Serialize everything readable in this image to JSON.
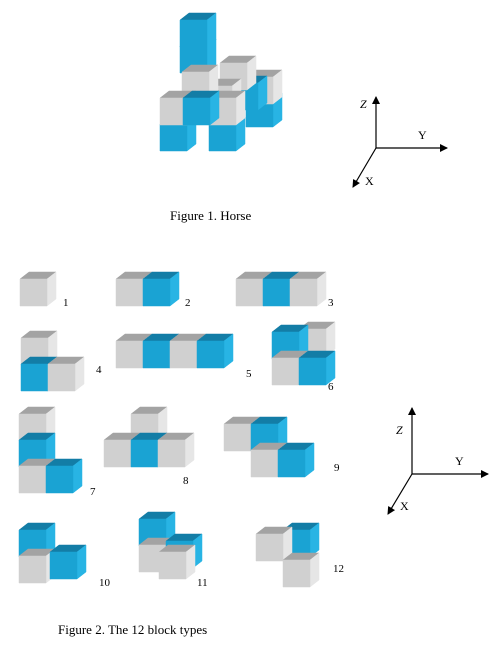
{
  "colors": {
    "gray_front": "#d0d0d0",
    "gray_top": "#a3a3a3",
    "gray_side": "#e6e6e6",
    "blue_front": "#1aa3d3",
    "blue_top": "#137da6",
    "blue_side": "#28b4e4",
    "axis": "#000000",
    "background": "#ffffff"
  },
  "figure1": {
    "caption": "Figure 1.  Horse",
    "axes": {
      "z": "Z",
      "y": "Y",
      "x": "X"
    }
  },
  "figure2": {
    "caption": "Figure 2.  The 12 block types",
    "axes": {
      "z": "Z",
      "y": "Y",
      "x": "X"
    },
    "block_labels": [
      "1",
      "2",
      "3",
      "4",
      "5",
      "6",
      "7",
      "8",
      "9",
      "10",
      "11",
      "12"
    ]
  }
}
